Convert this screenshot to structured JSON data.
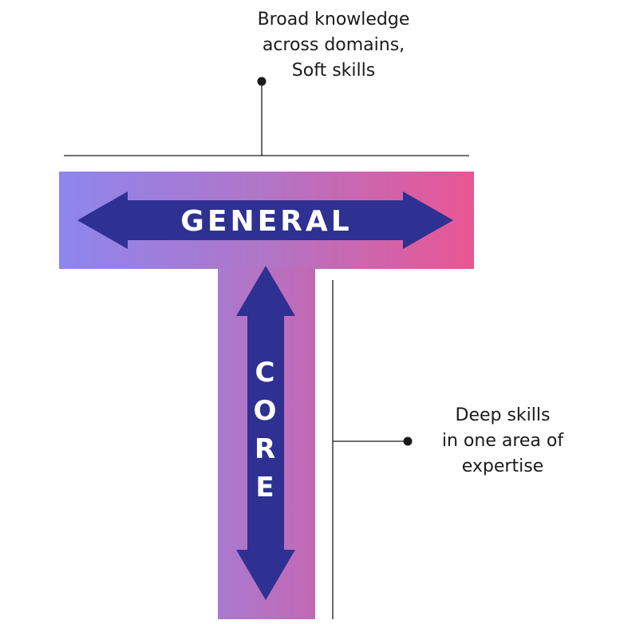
{
  "title": "",
  "top_caption": {
    "lines": [
      "Broad knowledge",
      "across domains,",
      "Soft skills"
    ]
  },
  "right_caption": {
    "lines": [
      "Deep skills",
      "in one area of",
      "expertise"
    ]
  },
  "horizontal_arrow": {
    "label": "GENERAL"
  },
  "vertical_arrow": {
    "letters": [
      "C",
      "O",
      "R",
      "E"
    ]
  },
  "colors": {
    "gradient_left": "#8d86ee",
    "gradient_mid": "#b175c6",
    "gradient_right": "#ea5593",
    "stem_top": "#a97ad0",
    "stem_bottom": "#c468b3",
    "arrow": "#2e3192",
    "line": "#1a1a1a"
  }
}
